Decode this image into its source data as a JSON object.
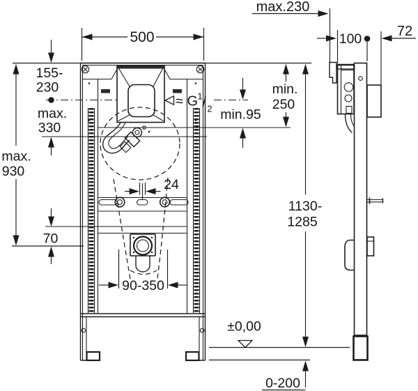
{
  "labels": {
    "front_width": "500",
    "top_to_flush_center_l1": "155-",
    "top_to_flush_center_l2": "230",
    "top_to_inlet_l1": "max.",
    "top_to_inlet_l2": "330",
    "top_to_outlet_l1": "max.",
    "top_to_outlet_l2": "930",
    "rail_to_outlet": "70",
    "slot_width": "24",
    "outlet_horizontal_range": "90-350",
    "floor_level": "±0,00",
    "floor_adjust_range": "0-200",
    "flush_pipe_depth": "max.230",
    "cistern_depth": "100",
    "wall_offset": "72",
    "min_clearance_l1": "min.",
    "min_clearance_l2": "250",
    "min_inlet_clearance": "min.95",
    "install_height_l1": "1130-",
    "install_height_l2": "1285",
    "thread_prefix": "≈ G",
    "thread_sup": "1",
    "thread_slash": "/",
    "thread_sub": "2"
  },
  "colors": {
    "line": "#1c1c1c",
    "background": "#ffffff"
  }
}
